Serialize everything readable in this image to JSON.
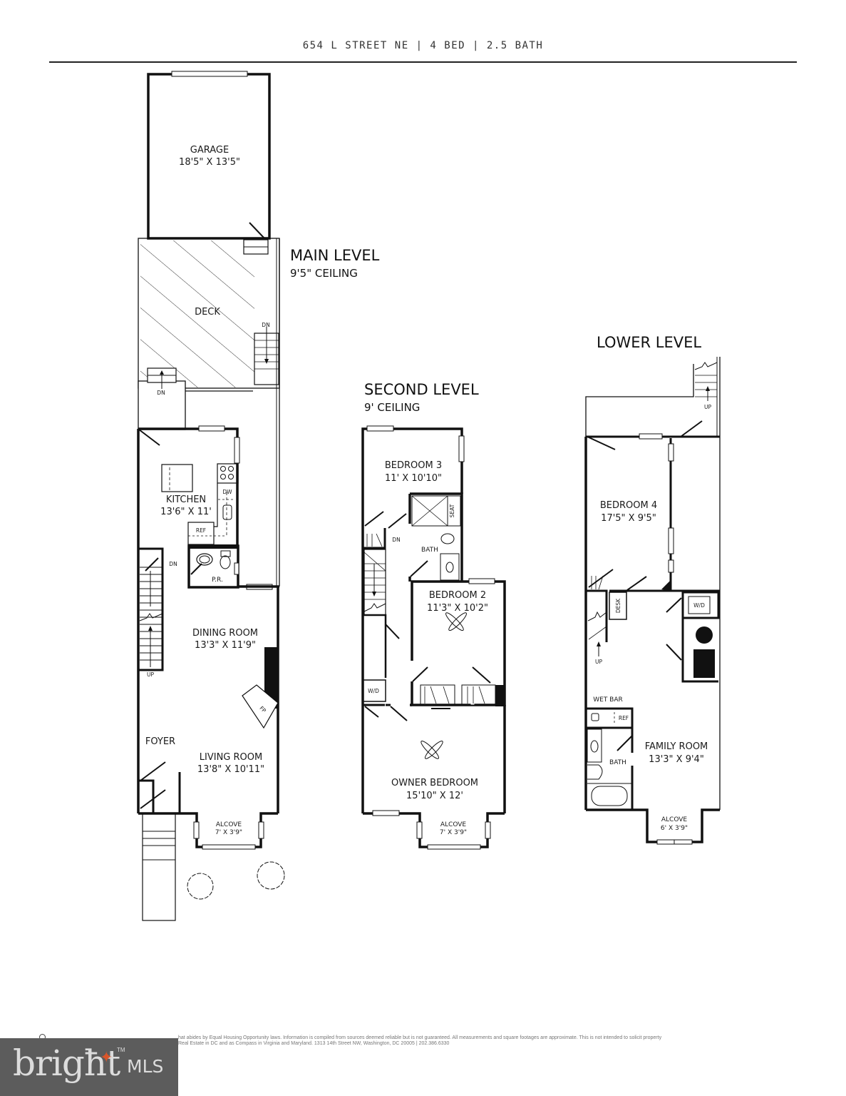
{
  "header": {
    "title": "654 L STREET NE | 4 BED |  2.5 BATH",
    "address": "654 L STREET NE",
    "beds": "4 BED",
    "baths": "2.5 BATH"
  },
  "levels": {
    "main": {
      "title": "MAIN LEVEL",
      "ceiling": "9'5\" CEILING",
      "rooms": [
        {
          "name": "GARAGE",
          "dims": "18'5\" X 13'5\""
        },
        {
          "name": "DECK",
          "dims": ""
        },
        {
          "name": "KITCHEN",
          "dims": "13'6\" X 11'"
        },
        {
          "name": "DINING ROOM",
          "dims": "13'3\" X 11'9\""
        },
        {
          "name": "LIVING ROOM",
          "dims": "13'8\" X 10'11\""
        },
        {
          "name": "FOYER",
          "dims": ""
        },
        {
          "name": "ALCOVE",
          "dims": "7' X 3'9\""
        },
        {
          "name": "P.R.",
          "dims": ""
        }
      ],
      "fixtures": {
        "ref": "REF",
        "dw": "DW",
        "fp": "FP",
        "dn": "DN",
        "up": "UP"
      }
    },
    "second": {
      "title": "SECOND LEVEL",
      "ceiling": "9' CEILING",
      "rooms": [
        {
          "name": "BEDROOM 3",
          "dims": "11' X 10'10\""
        },
        {
          "name": "BATH",
          "dims": ""
        },
        {
          "name": "BEDROOM 2",
          "dims": "11'3\" X 10'2\""
        },
        {
          "name": "OWNER BEDROOM",
          "dims": "15'10\" X 12'"
        },
        {
          "name": "ALCOVE",
          "dims": "7' X 3'9\""
        }
      ],
      "fixtures": {
        "seat": "SEAT",
        "wd": "W/D",
        "dn": "DN"
      }
    },
    "lower": {
      "title": "LOWER LEVEL",
      "rooms": [
        {
          "name": "BEDROOM 4",
          "dims": "17'5\" X 9'5\""
        },
        {
          "name": "WET BAR",
          "dims": ""
        },
        {
          "name": "BATH",
          "dims": ""
        },
        {
          "name": "FAMILY ROOM",
          "dims": "13'3\" X 9'4\""
        },
        {
          "name": "ALCOVE",
          "dims": "6' X 3'9\""
        }
      ],
      "fixtures": {
        "desk": "DESK",
        "wd": "W/D",
        "ref": "REF",
        "up": "UP"
      }
    }
  },
  "footer": {
    "disclaimer_line1": "hat abides by Equal Housing Opportunity laws.  Information is compiled from sources deemed reliable but is not guaranteed. All measurements and square footages are approximate. This is not intended to solicit property",
    "disclaimer_line2": "Real Estate in DC and as Compass in Virginia and Maryland. 1313 14th Street NW, Washington, DC 20005 | 202.386.6330"
  },
  "logo": {
    "word": "brigħt",
    "mls": "MLS",
    "tm": "TM",
    "accent_color": "#d9552a",
    "bg_color": "#5c5c5c"
  }
}
